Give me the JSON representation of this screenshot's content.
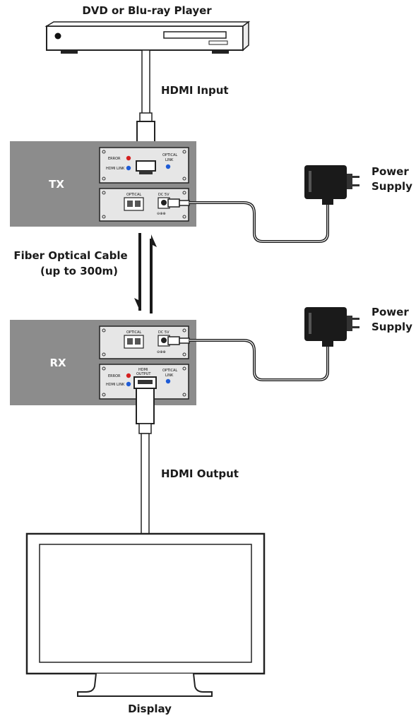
{
  "labels": {
    "source": "DVD or Blu-ray Player",
    "hdmi_input": "HDMI Input",
    "tx": "TX",
    "rx": "RX",
    "fiber_line1": "Fiber Optical Cable",
    "fiber_line2": "(up to 300m)",
    "power_tx_line1": "Power",
    "power_tx_line2": "Supply",
    "power_rx_line1": "Power",
    "power_rx_line2": "Supply",
    "hdmi_output": "HDMI Output",
    "display": "Display"
  },
  "panel_text": {
    "error": "ERROR",
    "hdmi_link": "HDMI LINK",
    "optical": "OPTICAL",
    "link": "LINK",
    "optical_port": "OPTICAL",
    "dc5v": "DC 5V",
    "hdmi": "HDMI",
    "output": "OUTPUT"
  },
  "colors": {
    "unit_gray": "#8c8c8c",
    "panel_face": "#e6e6e6",
    "led_red": "#d42020",
    "led_blue": "#1e5bd6",
    "cable": "#1a1a1a"
  }
}
